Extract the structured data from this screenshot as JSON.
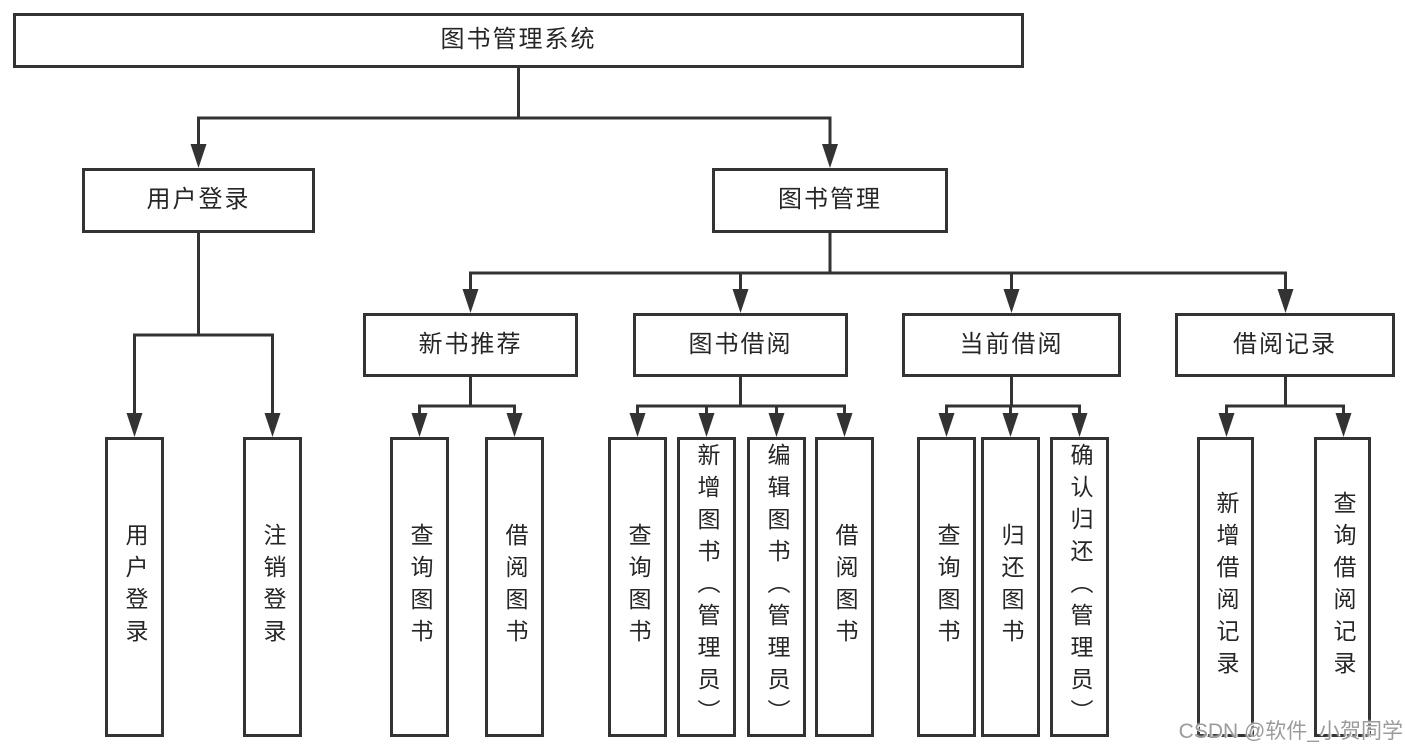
{
  "diagram_title": "图书管理系统",
  "tree": {
    "root": {
      "label": "图书管理系统"
    },
    "branches": [
      {
        "label": "用户登录",
        "children": [
          {
            "label": "用户登录"
          },
          {
            "label": "注销登录"
          }
        ]
      },
      {
        "label": "图书管理",
        "modules": [
          {
            "label": "新书推荐",
            "children": [
              {
                "label": "查询图书"
              },
              {
                "label": "借阅图书"
              }
            ]
          },
          {
            "label": "图书借阅",
            "children": [
              {
                "label": "查询图书"
              },
              {
                "label": "新增图书（管理员）"
              },
              {
                "label": "编辑图书（管理员）"
              },
              {
                "label": "借阅图书"
              }
            ]
          },
          {
            "label": "当前借阅",
            "children": [
              {
                "label": "查询图书"
              },
              {
                "label": "归还图书"
              },
              {
                "label": "确认归还（管理员）"
              }
            ]
          },
          {
            "label": "借阅记录",
            "children": [
              {
                "label": "新增借阅记录"
              },
              {
                "label": "查询借阅记录"
              }
            ]
          }
        ]
      }
    ]
  },
  "watermark": {
    "text": "CSDN @软件_小贺同学"
  },
  "colors": {
    "line": "#333333",
    "box_border": "#333333",
    "box_fill": "#ffffff",
    "text": "#262626",
    "background": "#ffffff",
    "watermark": "#9b9b9b"
  }
}
